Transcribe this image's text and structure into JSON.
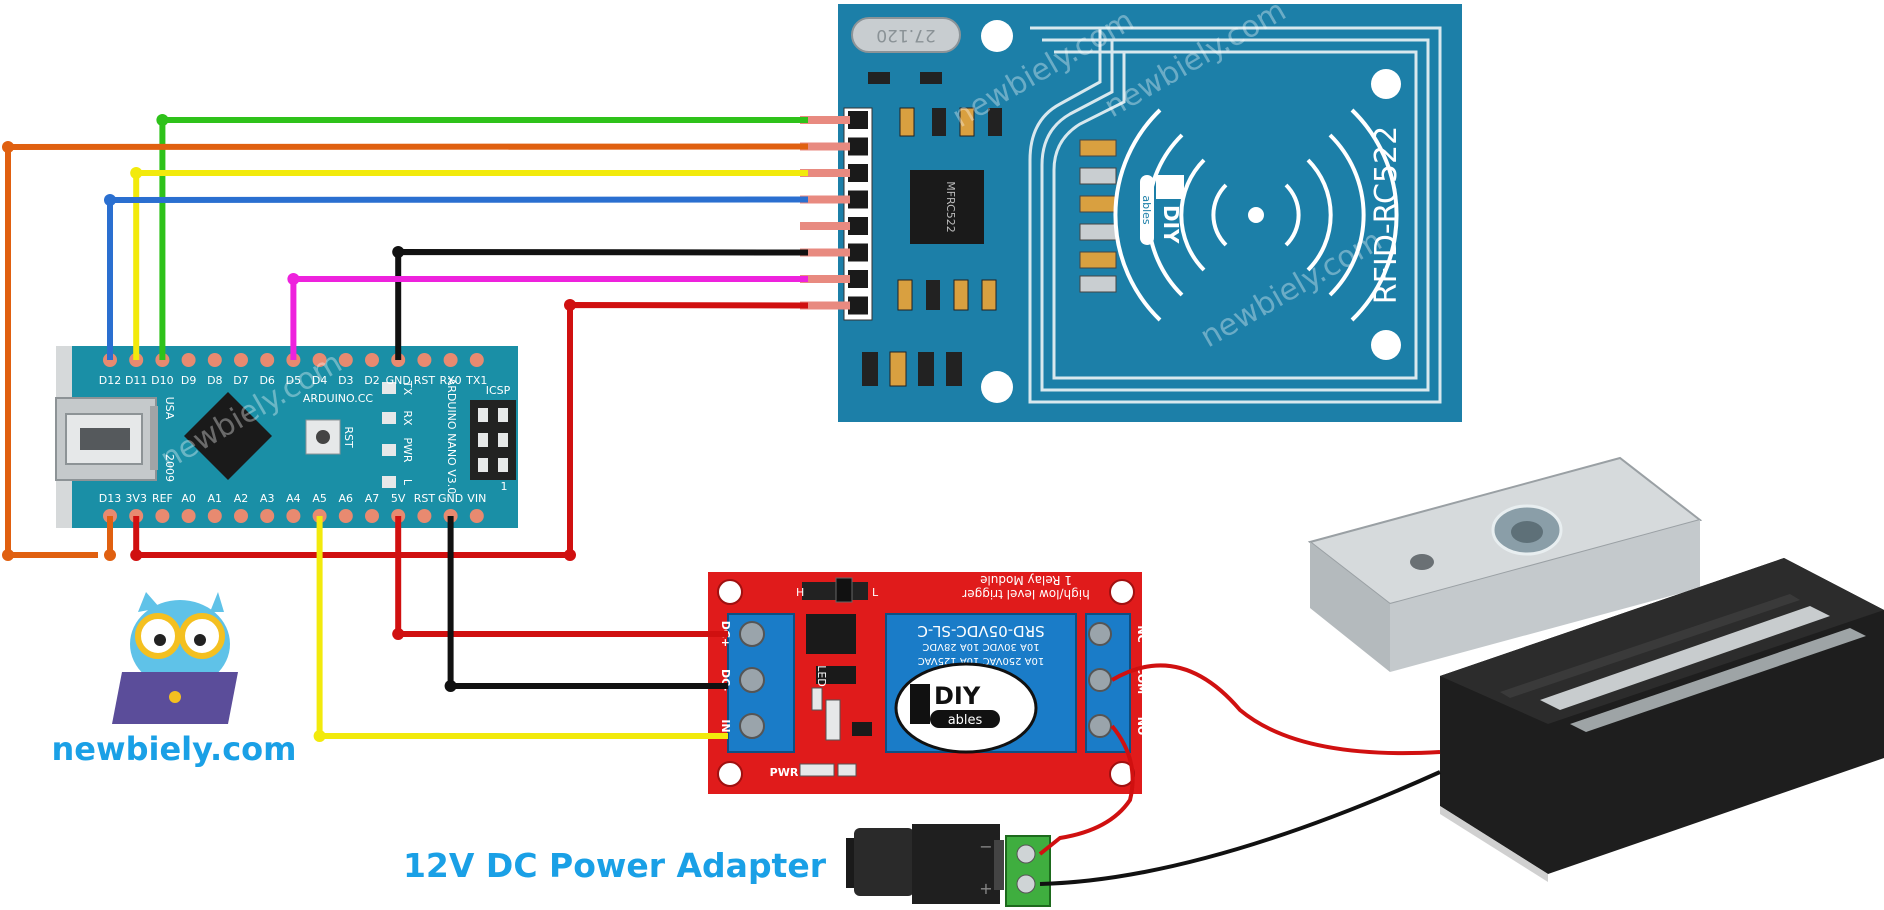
{
  "arduino": {
    "top_pins": [
      "D12",
      "D11",
      "D10",
      "D9",
      "D8",
      "D7",
      "D6",
      "D5",
      "D4",
      "D3",
      "D2",
      "GND",
      "RST",
      "RX0",
      "TX1"
    ],
    "bottom_pins": [
      "D13",
      "3V3",
      "REF",
      "A0",
      "A1",
      "A2",
      "A3",
      "A4",
      "A5",
      "A6",
      "A7",
      "5V",
      "RST",
      "GND",
      "VIN"
    ],
    "brand": "ARDUINO.CC",
    "model": "ARDUINO NANO V3.0",
    "usa": "USA",
    "year": "2009",
    "icsp": "ICSP",
    "icsp_num": "1",
    "rst": "RST",
    "led_tx": "TX",
    "led_rx": "RX",
    "led_pwr": "PWR",
    "led_l": "L"
  },
  "rfid": {
    "title": "RFID-RC522",
    "chip": "MFRC522",
    "crystal": "27.120",
    "logo_top": "DIY",
    "logo_bottom": "ables"
  },
  "relay": {
    "title": "1 Relay Module",
    "subtitle": "high/low level trigger",
    "relay_model": "SRD-05VDC-SL-C",
    "rating1": "10A 30VDC 10A 28VDC",
    "rating2": "10A 250VAC 10A 125VAC",
    "terminals_left": [
      "DC+",
      "DC-",
      "IN"
    ],
    "terminals_right": [
      "NC",
      "COM",
      "NO"
    ],
    "pwr": "PWR",
    "led": "LED",
    "jumper_h": "H",
    "jumper_l": "L",
    "logo_top": "DIY",
    "logo_bottom": "ables"
  },
  "adapter": {
    "label": "12V DC Power Adapter",
    "plus": "+",
    "minus": "−"
  },
  "brand": {
    "site": "newbiely.com"
  },
  "watermark": "newbiely.com",
  "colors": {
    "board_teal": "#1a8fa6",
    "rfid_blue": "#1c7fa8",
    "relay_red": "#e01b1b",
    "terminal_blue": "#1a7cc8",
    "wire_green": "#2ec21a",
    "wire_orange": "#e06010",
    "wire_yellow": "#f2ea0c",
    "wire_blue": "#2a6fd0",
    "wire_black": "#111111",
    "wire_magenta": "#ee22dd",
    "wire_red": "#d01010",
    "brand_blue": "#1aa0e6"
  }
}
